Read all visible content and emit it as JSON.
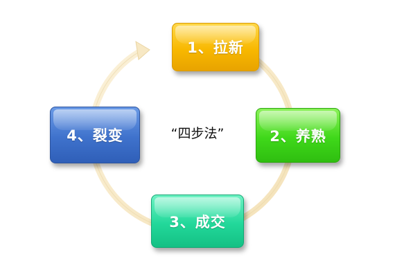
{
  "diagram": {
    "center_label": "“四步法”",
    "steps": [
      {
        "label": "1、拉新",
        "color": "#f8b800"
      },
      {
        "label": "2、养熟",
        "color": "#3fd81a"
      },
      {
        "label": "3、成交",
        "color": "#22d89a"
      },
      {
        "label": "4、裂变",
        "color": "#3f72cc"
      }
    ],
    "cycle_arrow_color": "#f7e8c4"
  }
}
